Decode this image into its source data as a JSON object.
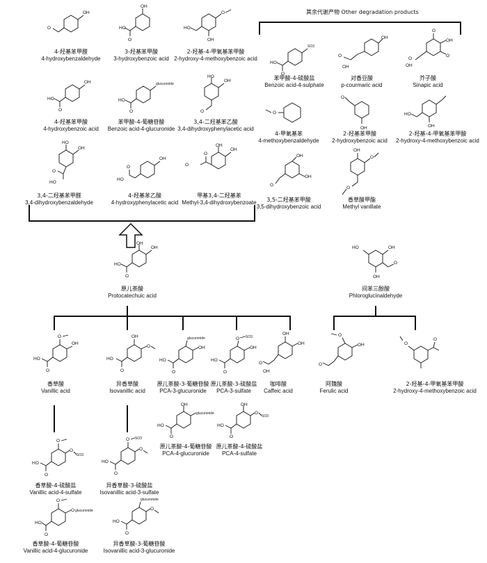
{
  "header": {
    "other_products": "其余代谢产物 Other degradation products"
  },
  "compounds": {
    "hba": {
      "zh": "4-羟基苯甲醛",
      "en": "4-hydroxybenzaldehyde"
    },
    "hbza3": {
      "zh": "3-羟基苯甲酸",
      "en": "3-hydroxybenzoic acid"
    },
    "hmba": {
      "zh": "2-羟基-4-甲氧基苯甲酸",
      "en": "2-hydroxy-4-methoxybenzoic acid"
    },
    "hbza4": {
      "zh": "4-羟基苯甲酸",
      "en": "4-hydroxybenzoic acid"
    },
    "bagluc": {
      "zh": "苯甲酸-4-葡糖苷酸",
      "en": "Benzoic acid-4-glucuronide"
    },
    "dhpaa": {
      "zh": "3,4-二羟基苯乙酸",
      "en": "3,4-dihydroxyphenylacetic acid"
    },
    "dhba": {
      "zh": "3,4-二羟基苯甲醛",
      "en": "3,4-dihydroxybenzaldehyde"
    },
    "hpaa": {
      "zh": "4-羟基苯乙酸",
      "en": "4-hydroxyphenylacetic acid"
    },
    "mdhb": {
      "zh": "甲基3,4-二羟基苯",
      "en": "Methyl-3,4-dihydroxybenzoate"
    },
    "basulf": {
      "zh": "苯甲酸-4-硫酸盐",
      "en": "Benzoic acid-4-sulphate"
    },
    "pcour": {
      "zh": "对香豆酸",
      "en": "p-courmaric acid"
    },
    "sinap": {
      "zh": "芥子酸",
      "en": "Sinapic acid"
    },
    "mba": {
      "zh": "4-甲氧基苯",
      "en": "4-methoxybenzaldehyde"
    },
    "hba2": {
      "zh": "2-羟基苯甲酸",
      "en": "2-hydroxybenzoic acid"
    },
    "hmba2": {
      "zh": "2-羟基-4-甲氧基苯甲酸",
      "en": "2-hydroxy-4-methoxybenzoic acid"
    },
    "dhbza35": {
      "zh": "3,5-二羟基苯甲酸",
      "en": "3,5-dihydroxybenzoic acid"
    },
    "mvan": {
      "zh": "香草酸甲酯",
      "en": "Methyl vanillate"
    },
    "pca": {
      "zh": "原儿茶酸",
      "en": "Protocatechuic acid"
    },
    "phlor": {
      "zh": "间苯三酚酸",
      "en": "Phloroglucinaldehyde"
    },
    "van": {
      "zh": "香草酸",
      "en": "Vanillic acid"
    },
    "isovan": {
      "zh": "异香草酸",
      "en": "Isovanillic acid"
    },
    "pca3g": {
      "zh": "原儿茶酸-3-葡糖苷酸",
      "en": "PCA-3-glucuronide"
    },
    "pca3s": {
      "zh": "原儿茶酸-3-硫酸盐",
      "en": "PCA-3-sulfate"
    },
    "caff": {
      "zh": "咖啡酸",
      "en": "Caffeic acid"
    },
    "fer": {
      "zh": "阿魏酸",
      "en": "Ferulic acid"
    },
    "hmba3": {
      "zh": "2-羟基-4-甲氧基苯甲酸",
      "en": "2-hydroxy-4-methoxybenzoic acid"
    },
    "pca4g": {
      "zh": "原儿茶酸-4-葡糖苷酸",
      "en": "PCA-4-glucuronide"
    },
    "pca4s": {
      "zh": "原儿茶酸-4-硫酸盐",
      "en": "PCA-4-sulfate"
    },
    "van4s": {
      "zh": "香草酸-4-硫酸盐",
      "en": "Vanillic acid-4-sulfate"
    },
    "isovan3s": {
      "zh": "异香草酸-3-硫酸盐",
      "en": "Isovanillic acid-3-sulfate"
    },
    "van4g": {
      "zh": "香草酸-4-葡糖苷酸",
      "en": "Vanillic acid-4-glucuronide"
    },
    "isovan3g": {
      "zh": "异香草酸-3-葡糖苷酸",
      "en": "Isovanillic acid-3-glucuronide"
    }
  },
  "atoms": {
    "OH": "OH",
    "HO": "HO",
    "O": "O",
    "SO3": "SO3",
    "glucuronide": "glucuronide"
  }
}
